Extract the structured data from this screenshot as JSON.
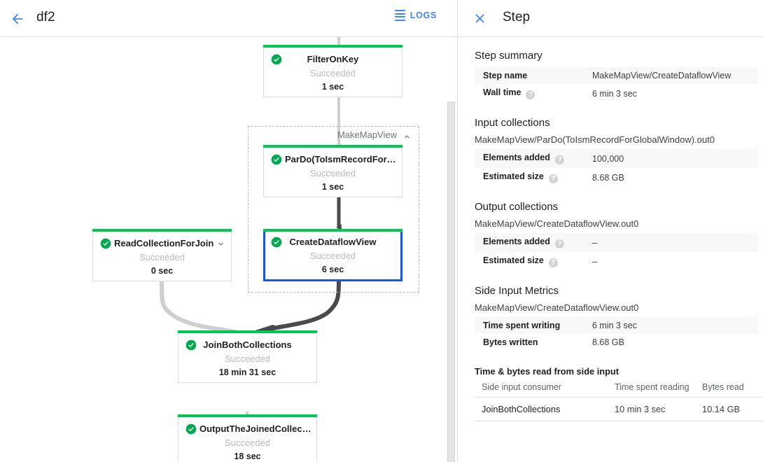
{
  "topbar": {
    "back_icon": "arrow-left-icon",
    "job_name": "df2",
    "logs_label": "LOGS",
    "logs_icon": "list-icon"
  },
  "graph": {
    "group": {
      "label": "MakeMapView",
      "collapse_icon": "chevron-up-icon"
    },
    "nodes": [
      {
        "id": "filter-on-key",
        "title": "FilterOnKey",
        "status": "Succeeded",
        "time": "1 sec",
        "status_icon": "check-circle-icon",
        "selected": false,
        "has_chevron": false
      },
      {
        "id": "pardo-toismrecordfor",
        "title": "ParDo(ToIsmRecordFor…",
        "status": "Succeeded",
        "time": "1 sec",
        "status_icon": "check-circle-icon",
        "selected": false,
        "has_chevron": false
      },
      {
        "id": "create-dataflow-view",
        "title": "CreateDataflowView",
        "status": "Succeeded",
        "time": "6 sec",
        "status_icon": "check-circle-icon",
        "selected": true,
        "has_chevron": false
      },
      {
        "id": "read-collection-for-join",
        "title": "ReadCollectionForJoin",
        "status": "Succeeded",
        "time": "0 sec",
        "status_icon": "check-circle-icon",
        "selected": false,
        "has_chevron": true,
        "chevron_icon": "chevron-down-icon"
      },
      {
        "id": "join-both-collections",
        "title": "JoinBothCollections",
        "status": "Succeeded",
        "time": "18 min 31 sec",
        "status_icon": "check-circle-icon",
        "selected": false,
        "has_chevron": false
      },
      {
        "id": "output-the-joined-collec",
        "title": "OutputTheJoinedCollec…",
        "status": "Succeeded",
        "time": "18 sec",
        "status_icon": "check-circle-icon",
        "selected": false,
        "has_chevron": false
      }
    ],
    "colors": {
      "accent_green": "#00c853",
      "selected_border": "#1a56db",
      "edge_normal": "#cfcfcf",
      "edge_highlight": "#4a4a4a"
    }
  },
  "side_panel": {
    "close_icon": "close-icon",
    "title": "Step",
    "step_summary": {
      "heading": "Step summary",
      "rows": [
        {
          "key": "Step name",
          "value": "MakeMapView/CreateDataflowView",
          "help": false
        },
        {
          "key": "Wall time",
          "value": "6 min 3 sec",
          "help": true
        }
      ]
    },
    "input_collections": {
      "heading": "Input collections",
      "collection": "MakeMapView/ParDo(ToIsmRecordForGlobalWindow).out0",
      "rows": [
        {
          "key": "Elements added",
          "value": "100,000",
          "help": true
        },
        {
          "key": "Estimated size",
          "value": "8.68 GB",
          "help": true
        }
      ]
    },
    "output_collections": {
      "heading": "Output collections",
      "collection": "MakeMapView/CreateDataflowView.out0",
      "rows": [
        {
          "key": "Elements added",
          "value": "–",
          "help": true
        },
        {
          "key": "Estimated size",
          "value": "–",
          "help": true
        }
      ]
    },
    "side_input_metrics": {
      "heading": "Side Input Metrics",
      "collection": "MakeMapView/CreateDataflowView.out0",
      "rows": [
        {
          "key": "Time spent writing",
          "value": "6 min 3 sec",
          "help": false
        },
        {
          "key": "Bytes written",
          "value": "8.68 GB",
          "help": false
        }
      ],
      "table": {
        "title": "Time & bytes read from side input",
        "columns": [
          "Side input consumer",
          "Time spent reading",
          "Bytes read"
        ],
        "rows": [
          [
            "JoinBothCollections",
            "10 min 3 sec",
            "10.14 GB"
          ]
        ]
      }
    }
  }
}
